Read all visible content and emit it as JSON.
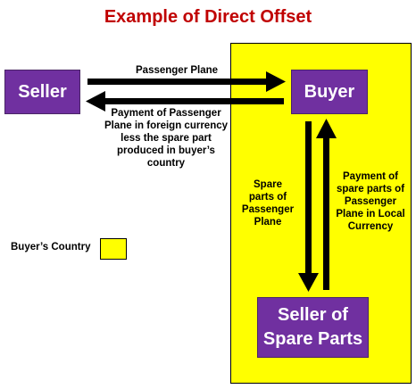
{
  "title": "Example of Direct Offset",
  "nodes": {
    "seller": "Seller",
    "buyer": "Buyer",
    "spare_parts_seller": "Seller of Spare Parts"
  },
  "edges": {
    "passenger_plane": "Passenger Plane",
    "payment_foreign": "Payment of Passenger Plane in foreign currency less the spare part produced in buyer’s country",
    "spare_parts": "Spare parts of Passenger Plane",
    "payment_local": "Payment of spare parts of Passenger Plane in Local Currency"
  },
  "legend": {
    "buyers_country": "Buyer’s Country"
  },
  "colors": {
    "title": "#c00000",
    "node_fill": "#7030a0",
    "buyer_country": "#ffff00",
    "arrow": "#000000"
  }
}
